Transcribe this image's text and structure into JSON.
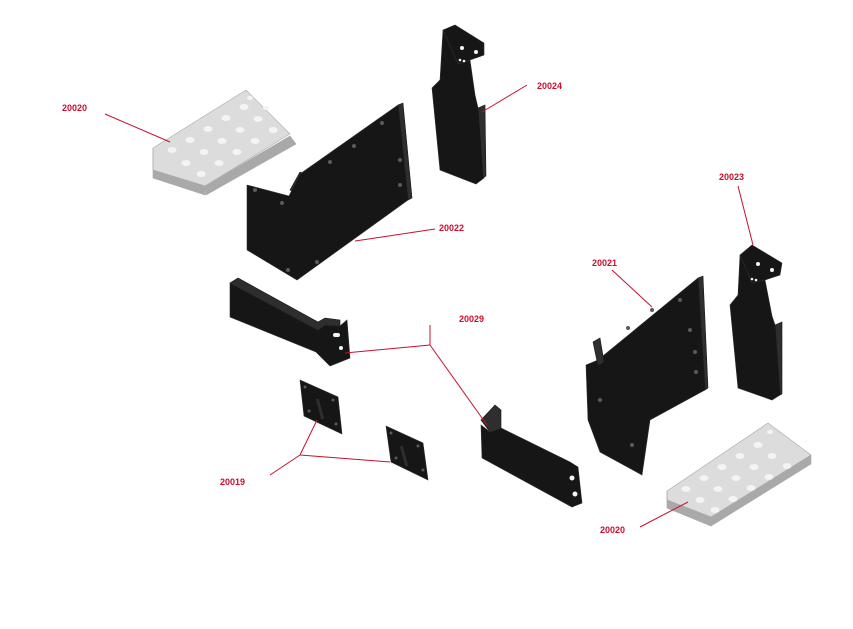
{
  "colors": {
    "accent": "#c8102e",
    "part_black": "#161616",
    "part_black_edge": "#2e2e2e",
    "part_silver": "#dcdcdc",
    "part_silver_edge": "#a9a9a9",
    "hole_light": "#f4f4f4",
    "hole_dark": "#5a5a5a"
  },
  "labels": {
    "l1": "20020",
    "l2": "20024",
    "l3": "20022",
    "l4": "20023",
    "l5": "20021",
    "l6": "20029",
    "l7": "20019",
    "l8": "20020"
  },
  "icons": {
    "step_plate": "perforated-step-plate-icon",
    "skid_panel": "skid-panel-icon",
    "bracket": "mounting-bracket-icon",
    "guard": "lower-guard-icon",
    "mount_plate": "mounting-plate-icon"
  }
}
